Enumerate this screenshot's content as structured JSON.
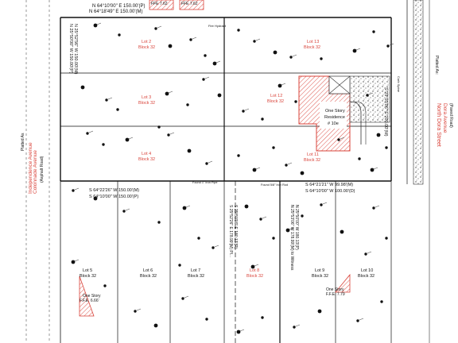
{
  "colors": {
    "line": "#111111",
    "thin": "#555555",
    "red": "#d9433a",
    "hatch": "#d9433a",
    "stipple": "#6b6b6b"
  },
  "top_ffe": {
    "left": "FFE 7.62",
    "right": "FFE 7.62"
  },
  "top_bearing_p": "N 64°10'00\" E    150.00'(P)",
  "top_bearing_m": "N 64°18'49\" E    150.00'(M)",
  "left_bearing_1": "N 25°50'00\" W  150.00'(P)",
  "left_bearing_2": "N 25°52'56\" W  150.00'(M)",
  "mid_bearing_p": "S 64°21'21\" W   99.98'(M)",
  "mid_bearing_d": "S 64°10'00\" W   100.00'(D)",
  "left_mid_bearing_m": "S 64°22'26\" W   150.00'(M)",
  "left_mid_bearing_p": "S 64°10'00\" W   150.00'(P)",
  "right_bearing": "S 25°53'06\" E  200.00'(M)",
  "lower_bearing_1": "S 25°52'26\" E   178.99'(M) Pl...",
  "lower_bearing_2": "S 25°50'00\" E   180.13'(P)",
  "lower_bearing_3": "N 25°53'06\" W   178.99'(M) to Witness",
  "lower_bearing_4": "N 25°50'00\" W   180.13'(P)",
  "street_left": {
    "name1": "Colonnade Avenue",
    "name2": "Independence Avenue",
    "name3": "(Asphalt Road)",
    "name4": "Platted As"
  },
  "street_right": {
    "name1": "North Dora Street",
    "name2": "Dora Avenue",
    "name3": "(Paved Road)",
    "name4": "Platted As:"
  },
  "residence": {
    "line1": "One Story",
    "line2": "Residence",
    "line3": "# 10e"
  },
  "lots": [
    {
      "lot": "Lot 2",
      "block": "Block 32"
    },
    {
      "lot": "Lot 3",
      "block": "Block 32"
    },
    {
      "lot": "Lot 4",
      "block": "Block 32"
    },
    {
      "lot": "Lot 13",
      "block": "Block 32"
    },
    {
      "lot": "Lot 12",
      "block": "Block 32"
    },
    {
      "lot": "Lot 11",
      "block": "Block 32"
    },
    {
      "lot": "Lot 5",
      "block": "Block 32"
    },
    {
      "lot": "Lot 6",
      "block": "Block 32"
    },
    {
      "lot": "Lot 7",
      "block": "Block 32"
    },
    {
      "lot": "Lot 8",
      "block": "Block 32"
    },
    {
      "lot": "Lot 9",
      "block": "Block 32"
    },
    {
      "lot": "Lot 10",
      "block": "Block 32"
    }
  ],
  "bottom_ffe": {
    "left_story": "One Story",
    "left_ffe": "F.F.E. 6.66'",
    "right_story": "One Story",
    "right_ffe": "F.F.E. 7.79"
  },
  "small_notes": {
    "fire_hydrant": "Fire Hydrant",
    "pipe_note_left": "Found 1\" Iron Pipe",
    "pipe_note_right": "Found 5/8\" Iron Rod",
    "curb": "Curb Spine"
  }
}
